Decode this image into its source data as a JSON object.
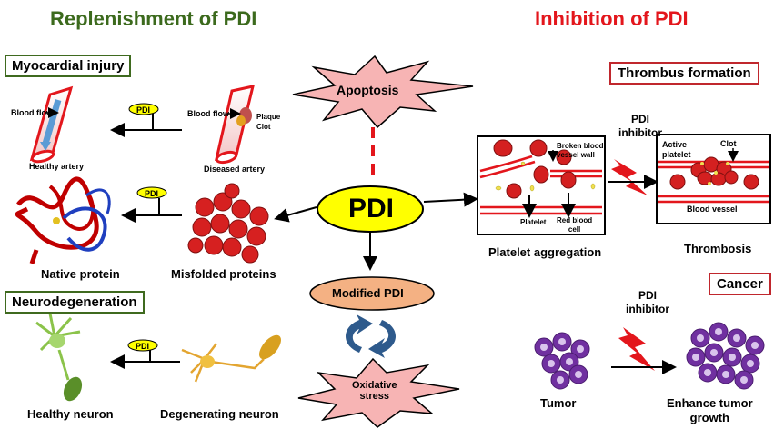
{
  "titles": {
    "left": "Replenishment of PDI",
    "right": "Inhibition of PDI"
  },
  "center": {
    "pdi": "PDI",
    "apoptosis": "Apoptosis",
    "modified": "Modified PDI",
    "oxidative_line1": "Oxidative",
    "oxidative_line2": "stress"
  },
  "myocardial": {
    "header": "Myocardial injury",
    "blood_flow_healthy": "Blood flow",
    "healthy_artery": "Healthy artery",
    "blood_flow_diseased": "Blood flow",
    "plaque": "Plaque",
    "clot": "Clot",
    "diseased_artery": "Diseased  artery",
    "pdi_tag": "PDI"
  },
  "proteins": {
    "native": "Native protein",
    "misfolded": "Misfolded proteins",
    "pdi_tag": "PDI"
  },
  "neuro": {
    "header": "Neurodegeneration",
    "healthy": "Healthy neuron",
    "degenerating": "Degenerating neuron",
    "pdi_tag": "PDI"
  },
  "thrombus": {
    "header": "Thrombus  formation",
    "inhibitor_line1": "PDI",
    "inhibitor_line2": "inhibitor",
    "broken_wall_line1": "Broken blood",
    "broken_wall_line2": "vessel wall",
    "platelet": "Platelet",
    "rbc_line1": "Red blood",
    "rbc_line2": "cell",
    "aggregation": "Platelet aggregation",
    "active_platelet_line1": "Active",
    "active_platelet_line2": "platelet",
    "clot": "Clot",
    "blood_vessel": "Blood vessel",
    "thrombosis": "Thrombosis"
  },
  "cancer": {
    "header": "Cancer",
    "inhibitor_line1": "PDI",
    "inhibitor_line2": "inhibitor",
    "tumor": "Tumor",
    "enhance_line1": "Enhance tumor",
    "enhance_line2": "growth"
  },
  "colors": {
    "green_title": "#3c6a1d",
    "red_title": "#e3161c",
    "pdi_fill": "#ffff00",
    "burst_fill": "#f7b4b4",
    "modified_fill": "#f4b183",
    "rbc": "#d42020",
    "tumor": "#7030a0"
  }
}
